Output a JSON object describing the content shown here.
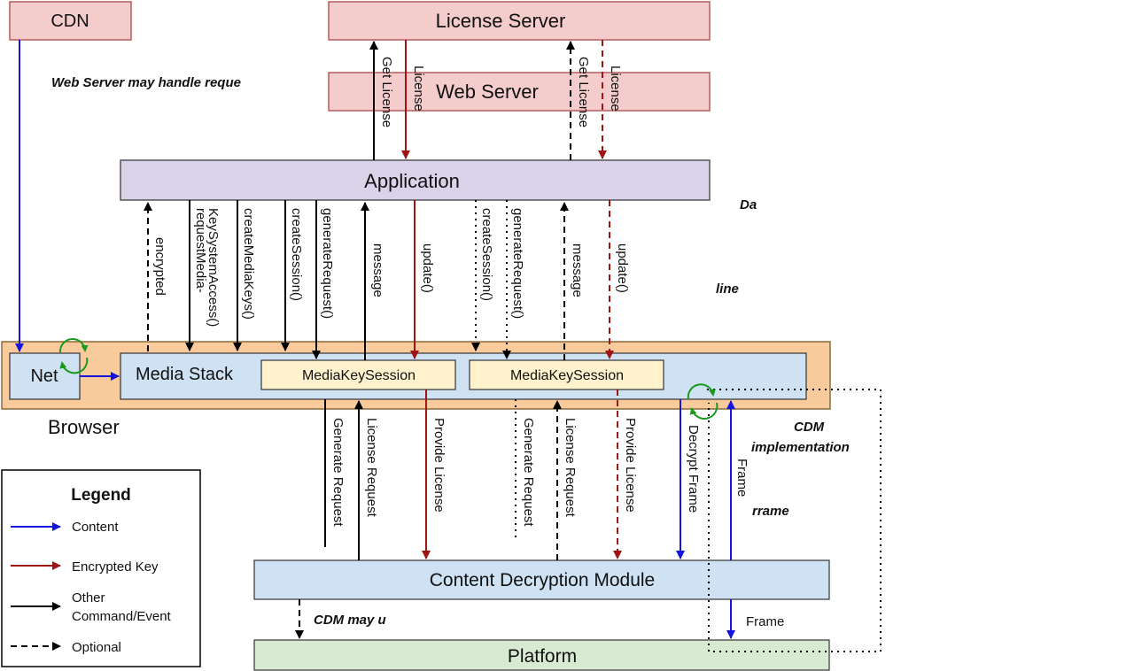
{
  "boxes": {
    "cdn": "CDN",
    "license_server": "License Server",
    "web_server": "Web Server",
    "application": "Application",
    "browser": "Browser",
    "net": "Net",
    "media_stack": "Media Stack",
    "media_key_session_1": "MediaKeySession",
    "media_key_session_2": "MediaKeySession",
    "cdm": "Content Decryption Module",
    "platform": "Platform"
  },
  "labels": {
    "get_license_1": "Get License",
    "license_1": "License",
    "get_license_2": "Get License",
    "license_2": "License",
    "encrypted": "encrypted",
    "request_media_1": "requestMedia-",
    "request_media_2": "KeySystemAccess()",
    "create_media_keys": "createMediaKeys()",
    "create_session_1": "createSession()",
    "generate_request_1": "generateRequest()",
    "message_1": "message",
    "update_1": "update()",
    "create_session_2": "createSession()",
    "generate_request_2": "generateRequest()",
    "message_2": "message",
    "update_2": "update()",
    "generate_request_cdm_1": "Generate Request",
    "license_request_1": "License Request",
    "provide_license_1": "Provide License",
    "generate_request_cdm_2": "Generate Request",
    "license_request_2": "License Request",
    "provide_license_2": "Provide License",
    "decrypt_frame": "Decrypt Frame",
    "frame_up": "Frame",
    "frame_down": "Frame"
  },
  "notes": {
    "web_server_note": "Web Server may handle reque",
    "da_note": "Da",
    "line_note": "line",
    "cdm_impl_1": "CDM",
    "cdm_impl_2": "implementation",
    "frame_note": "rrame",
    "cdm_may_note": "CDM may u"
  },
  "legend": {
    "title": "Legend",
    "content": "Content",
    "encrypted_key": "Encrypted Key",
    "other_1": "Other",
    "other_2": "Command/Event",
    "optional": "Optional"
  },
  "colors": {
    "content": "#1414dc",
    "encrypted_key": "#a01414",
    "command": "#000000",
    "pink": "#f4cccc",
    "pink_border": "#b85c5c",
    "purple": "#d9d2e9",
    "orange": "#f9cb9c",
    "blue_box": "#cfe2f3",
    "yellow": "#fff2cc",
    "green": "#d9ead3"
  }
}
